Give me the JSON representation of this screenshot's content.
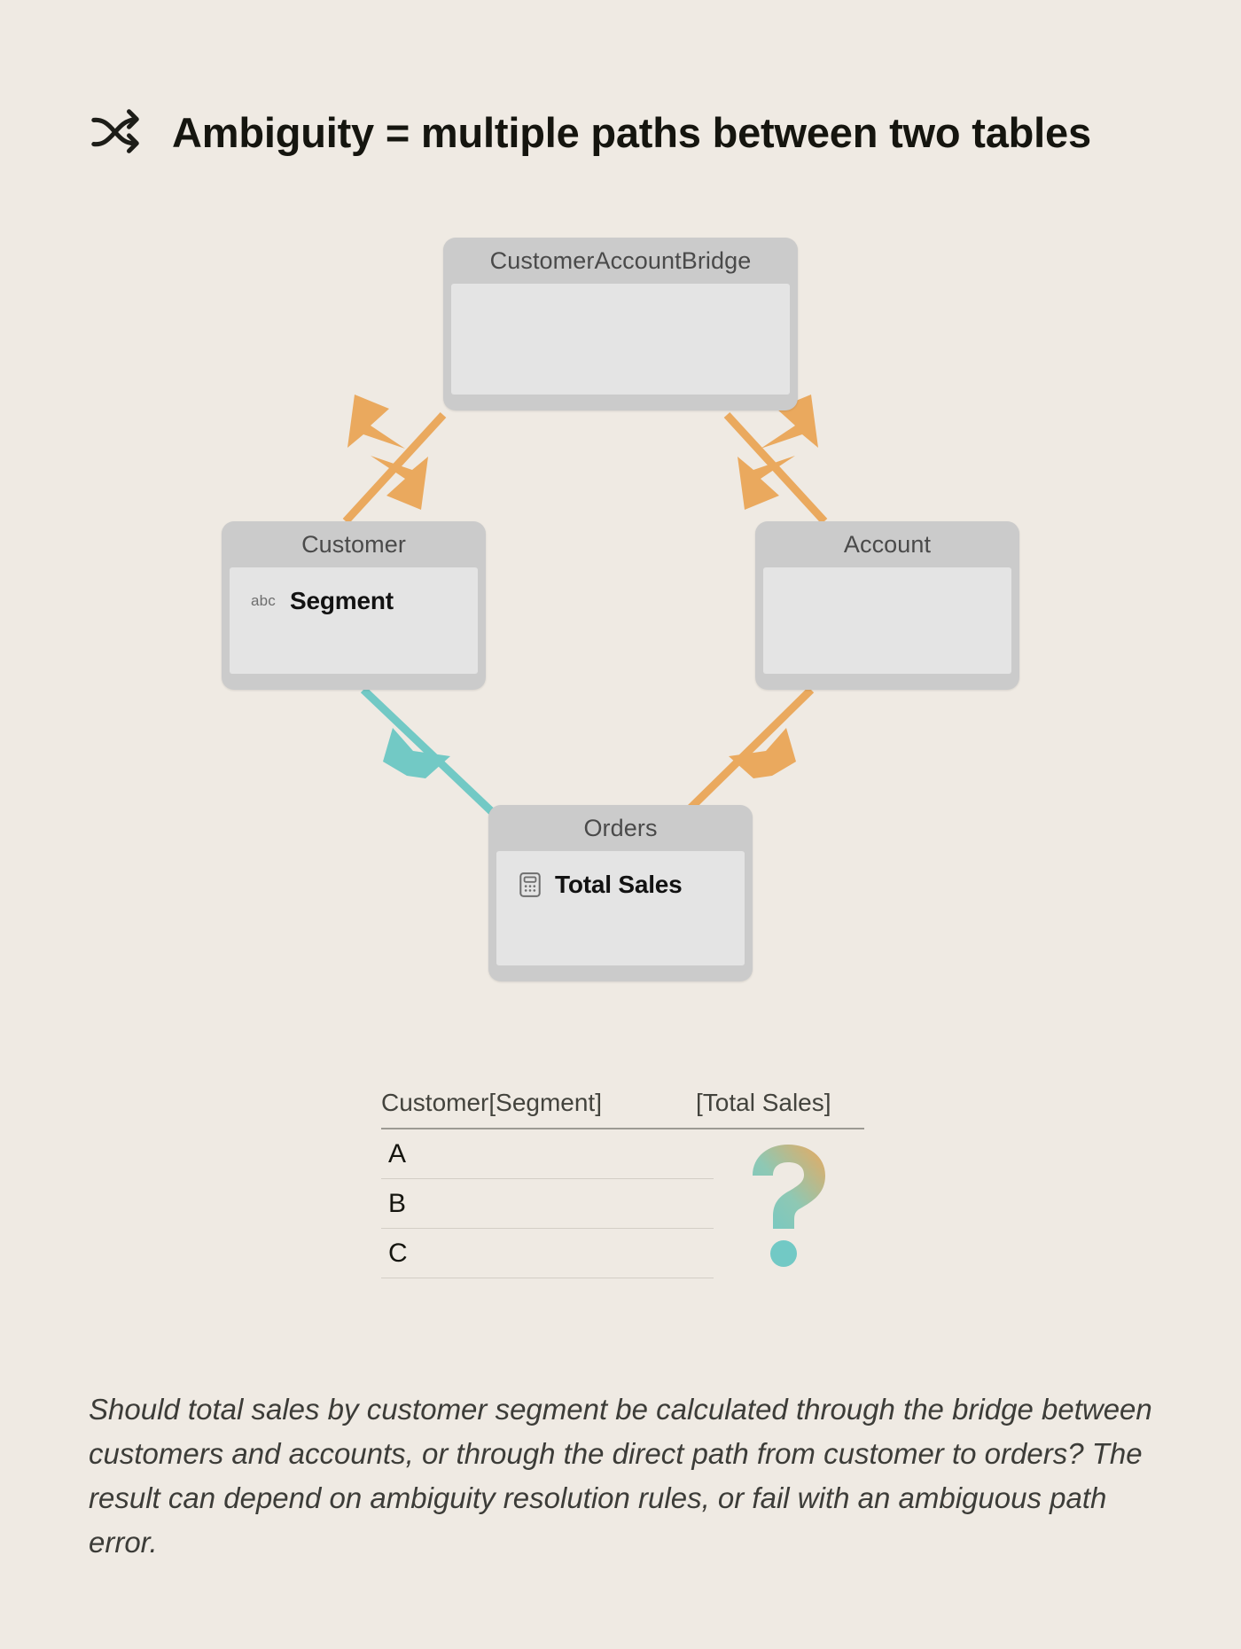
{
  "page": {
    "background_color": "#efeae3"
  },
  "header": {
    "icon": "shuffle-icon",
    "title": "Ambiguity = multiple paths between two tables"
  },
  "diagram": {
    "colors": {
      "table_header": "#cbcbcb",
      "table_body": "#e4e4e4",
      "relationship_orange": "#eaa95e",
      "relationship_cyan": "#72c9c5"
    },
    "tables": [
      {
        "id": "bridge",
        "name": "CustomerAccountBridge",
        "fields": []
      },
      {
        "id": "customer",
        "name": "Customer",
        "fields": [
          {
            "icon": "abc-text-field-icon",
            "icon_label": "abc",
            "label": "Segment"
          }
        ]
      },
      {
        "id": "account",
        "name": "Account",
        "fields": []
      },
      {
        "id": "orders",
        "name": "Orders",
        "fields": [
          {
            "icon": "calculator-measure-icon",
            "icon_label": "",
            "label": "Total Sales"
          }
        ]
      }
    ],
    "relationships": [
      {
        "from": "bridge",
        "to": "customer",
        "direction": "bidirectional",
        "color": "#eaa95e"
      },
      {
        "from": "bridge",
        "to": "account",
        "direction": "bidirectional",
        "color": "#eaa95e"
      },
      {
        "from": "customer",
        "to": "orders",
        "direction": "single",
        "color": "#72c9c5"
      },
      {
        "from": "account",
        "to": "orders",
        "direction": "single",
        "color": "#eaa95e"
      }
    ]
  },
  "result_table": {
    "columns": [
      "Customer[Segment]",
      "[Total Sales]"
    ],
    "rows": [
      {
        "segment": "A",
        "total_sales": ""
      },
      {
        "segment": "B",
        "total_sales": ""
      },
      {
        "segment": "C",
        "total_sales": ""
      }
    ],
    "value_indicator": {
      "glyph": "?",
      "gradient_from": "#72c9c5",
      "gradient_to": "#eaa95e"
    }
  },
  "caption": {
    "text": "Should total sales by customer segment be calculated through the bridge between customers and accounts, or through the direct path from customer to orders? The result can depend on ambiguity resolution rules, or fail with an ambiguous path error."
  }
}
